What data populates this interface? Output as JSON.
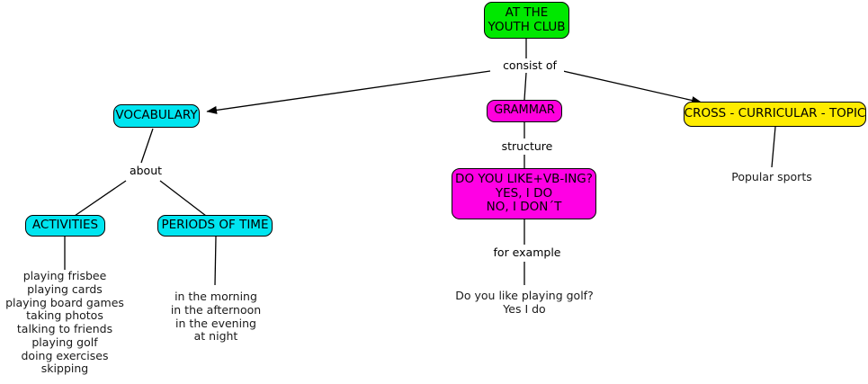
{
  "diagram": {
    "title": "At the Youth Club concept map",
    "colors": {
      "root": "#00e800",
      "vocabulary": "#00e5f0",
      "grammar": "#ff00dd",
      "cross_curricular": "#ffec00",
      "edge": "#000000",
      "text": "#000000"
    },
    "nodes": {
      "root": {
        "lines": [
          "AT THE",
          "YOUTH CLUB"
        ]
      },
      "vocabulary": {
        "label": "VOCABULARY"
      },
      "grammar": {
        "label": "GRAMMAR"
      },
      "cross_curricular": {
        "label": "CROSS - CURRICULAR - TOPIC"
      },
      "activities": {
        "label": "ACTIVITIES"
      },
      "periods_of_time": {
        "label": "PERIODS OF TIME"
      },
      "grammar_structure": {
        "lines": [
          "DO YOU LIKE+VB-ING?",
          "YES, I DO",
          "NO, I DON´T"
        ]
      }
    },
    "edge_labels": {
      "consist_of": "consist of",
      "about": "about",
      "structure": "structure",
      "for_example": "for example"
    },
    "leaves": {
      "activities_list": [
        "playing frisbee",
        "playing cards",
        "playing board games",
        "taking photos",
        "talking to friends",
        "playing golf",
        "doing exercises",
        "skipping"
      ],
      "periods_list": [
        "in the morning",
        "in the afternoon",
        "in the evening",
        "at night"
      ],
      "grammar_example": [
        "Do you like playing golf?",
        "Yes I do"
      ],
      "cross_curricular_leaf": [
        "Popular sports"
      ]
    }
  }
}
